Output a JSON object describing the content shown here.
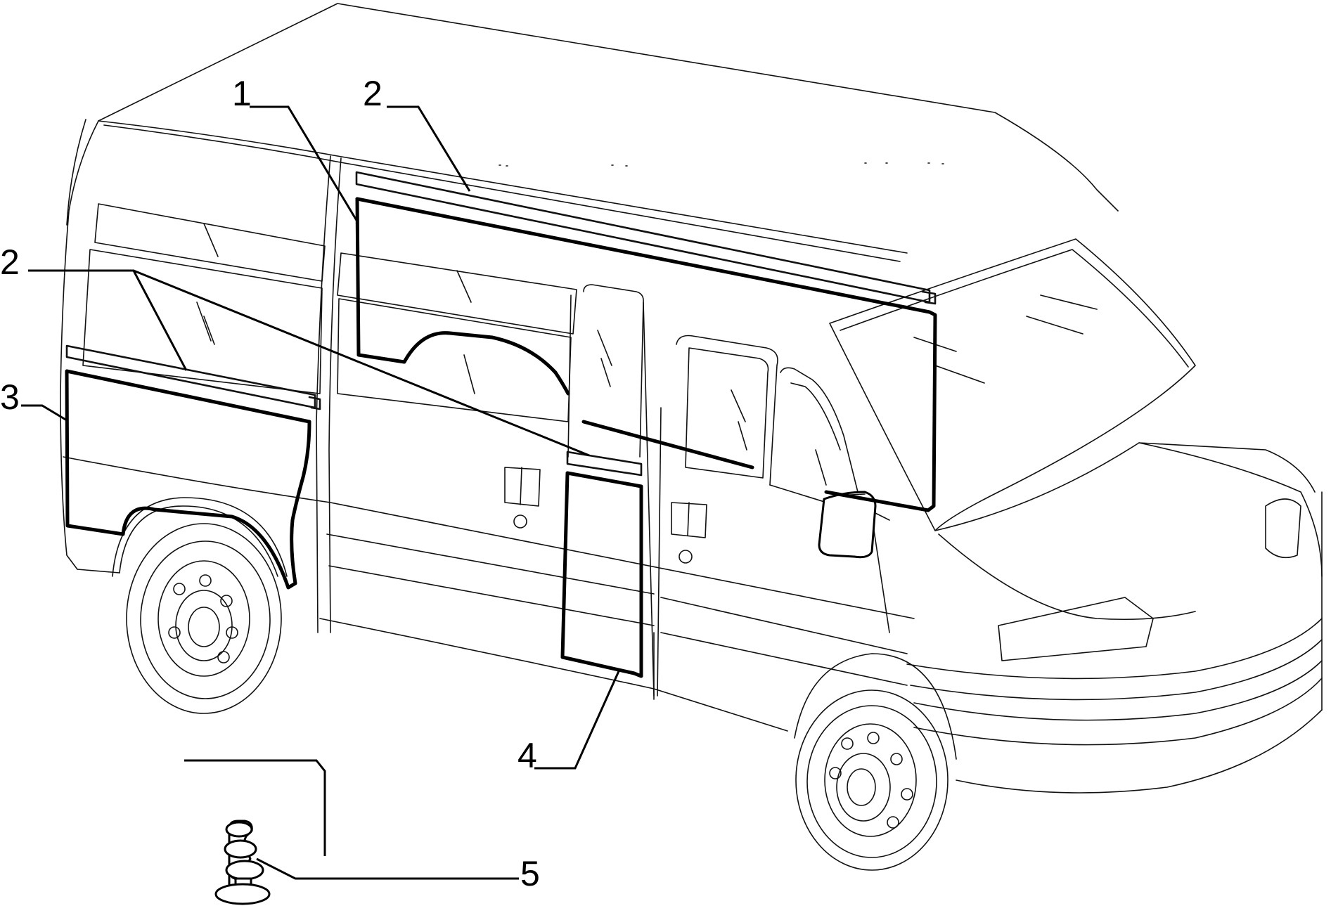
{
  "diagram": {
    "subject": "van-side-trim-panels",
    "callouts": [
      {
        "id": "c1a",
        "label": "1"
      },
      {
        "id": "c2a",
        "label": "2"
      },
      {
        "id": "c2b",
        "label": "2"
      },
      {
        "id": "c3",
        "label": "3"
      },
      {
        "id": "c4",
        "label": "4"
      },
      {
        "id": "c5",
        "label": "5"
      }
    ]
  }
}
